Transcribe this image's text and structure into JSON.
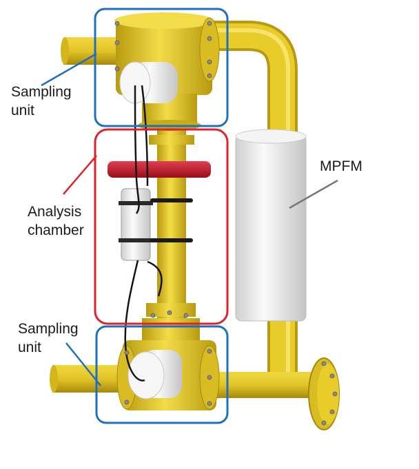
{
  "labels": {
    "sampling_unit_top": "Sampling\nunit",
    "analysis_chamber": "Analysis\nchamber",
    "sampling_unit_bottom": "Sampling\nunit",
    "mpfm": "MPFM"
  },
  "colors": {
    "pipe_yellow": "#e8cc2a",
    "pipe_shadow": "#b89a10",
    "cylinder_white": "#eeeeee",
    "red_handle": "#c8102e",
    "box_blue": "#1f6fc0",
    "box_red": "#e0222a",
    "bolt_gray": "#8a8a8a",
    "cable_black": "#141414"
  }
}
